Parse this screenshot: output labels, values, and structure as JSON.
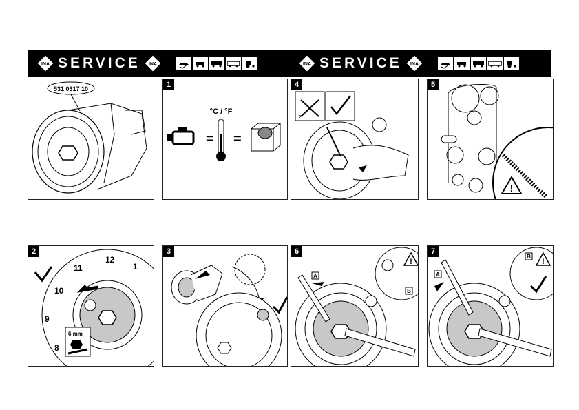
{
  "header": {
    "brand_left": "SERVICE",
    "brand_right": "SERVICE",
    "logo_text": "INA",
    "vehicle_icons": [
      "car-icon",
      "van-icon",
      "truck-icon",
      "bus-icon",
      "tractor-icon"
    ]
  },
  "panels": {
    "intro": {
      "part_number": "531 0317 10"
    },
    "p1": {
      "number": "1",
      "temp_label": "°C / °F",
      "equals": "="
    },
    "p2": {
      "number": "2",
      "clock": [
        "12",
        "1",
        "11",
        "10",
        "9",
        "8"
      ],
      "tool_size": "6 mm"
    },
    "p3": {
      "number": "3"
    },
    "p4": {
      "number": "4",
      "note_2": "2"
    },
    "p5": {
      "number": "5",
      "warn": "!"
    },
    "p6": {
      "number": "6",
      "label_a": "A",
      "label_b": "B",
      "warn": "!"
    },
    "p7": {
      "number": "7",
      "label_a": "A",
      "label_b": "B",
      "warn": "!"
    }
  },
  "colors": {
    "band": "#000000",
    "panel_border": "#222222",
    "grey_fill": "#c8c8c8"
  }
}
